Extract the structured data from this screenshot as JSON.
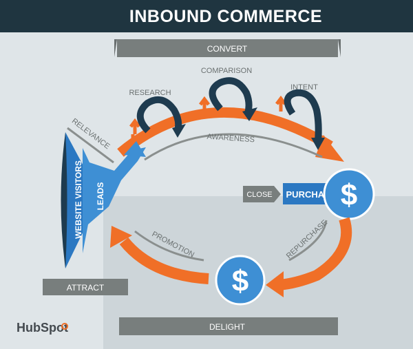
{
  "title": "INBOUND COMMERCE",
  "labels": {
    "convert": "CONVERT",
    "attract": "ATTRACT",
    "delight": "DELIGHT",
    "close": "CLOSE",
    "purchase": "PURCHASE",
    "research": "RESEARCH",
    "comparison": "COMPARISON",
    "intent": "INTENT",
    "awareness": "AWARENESS",
    "relevance": "RELEVANCE",
    "website_visitors": "WEBSITE VISITORS",
    "leads": "LEADS",
    "promotion": "PROMOTION",
    "repurchase": "REPURCHASE",
    "dollar": "$"
  },
  "logo": {
    "text": "HubSpot"
  },
  "colors": {
    "title_bar": "#1f3540",
    "background_light": "#dfe5e8",
    "background_dark": "#cdd5d9",
    "gray_bar": "#787e7d",
    "orange": "#f06f27",
    "blue": "#3e8fd4",
    "navy": "#1e3b4f"
  }
}
